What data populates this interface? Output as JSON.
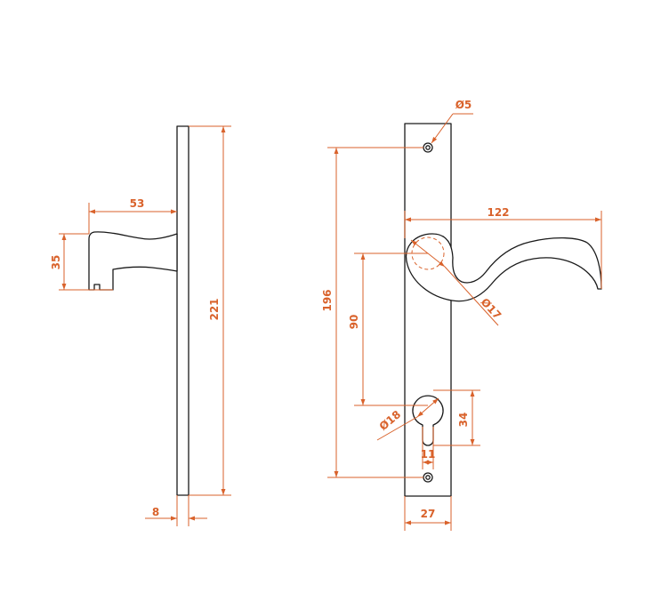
{
  "colors": {
    "dimension": "#d9622b",
    "outline": "#1a1a1a",
    "background": "#ffffff"
  },
  "dimensions": {
    "handle_projection": "53",
    "handle_height": "35",
    "plate_length": "221",
    "plate_thickness": "8",
    "screw_hole_diameter": "Ø5",
    "lever_length": "122",
    "hole_spacing": "196",
    "spindle_to_cylinder": "90",
    "rose_diameter": "Ø17",
    "cylinder_diameter": "Ø18",
    "cylinder_height": "34",
    "cylinder_width": "11",
    "plate_width": "27"
  }
}
